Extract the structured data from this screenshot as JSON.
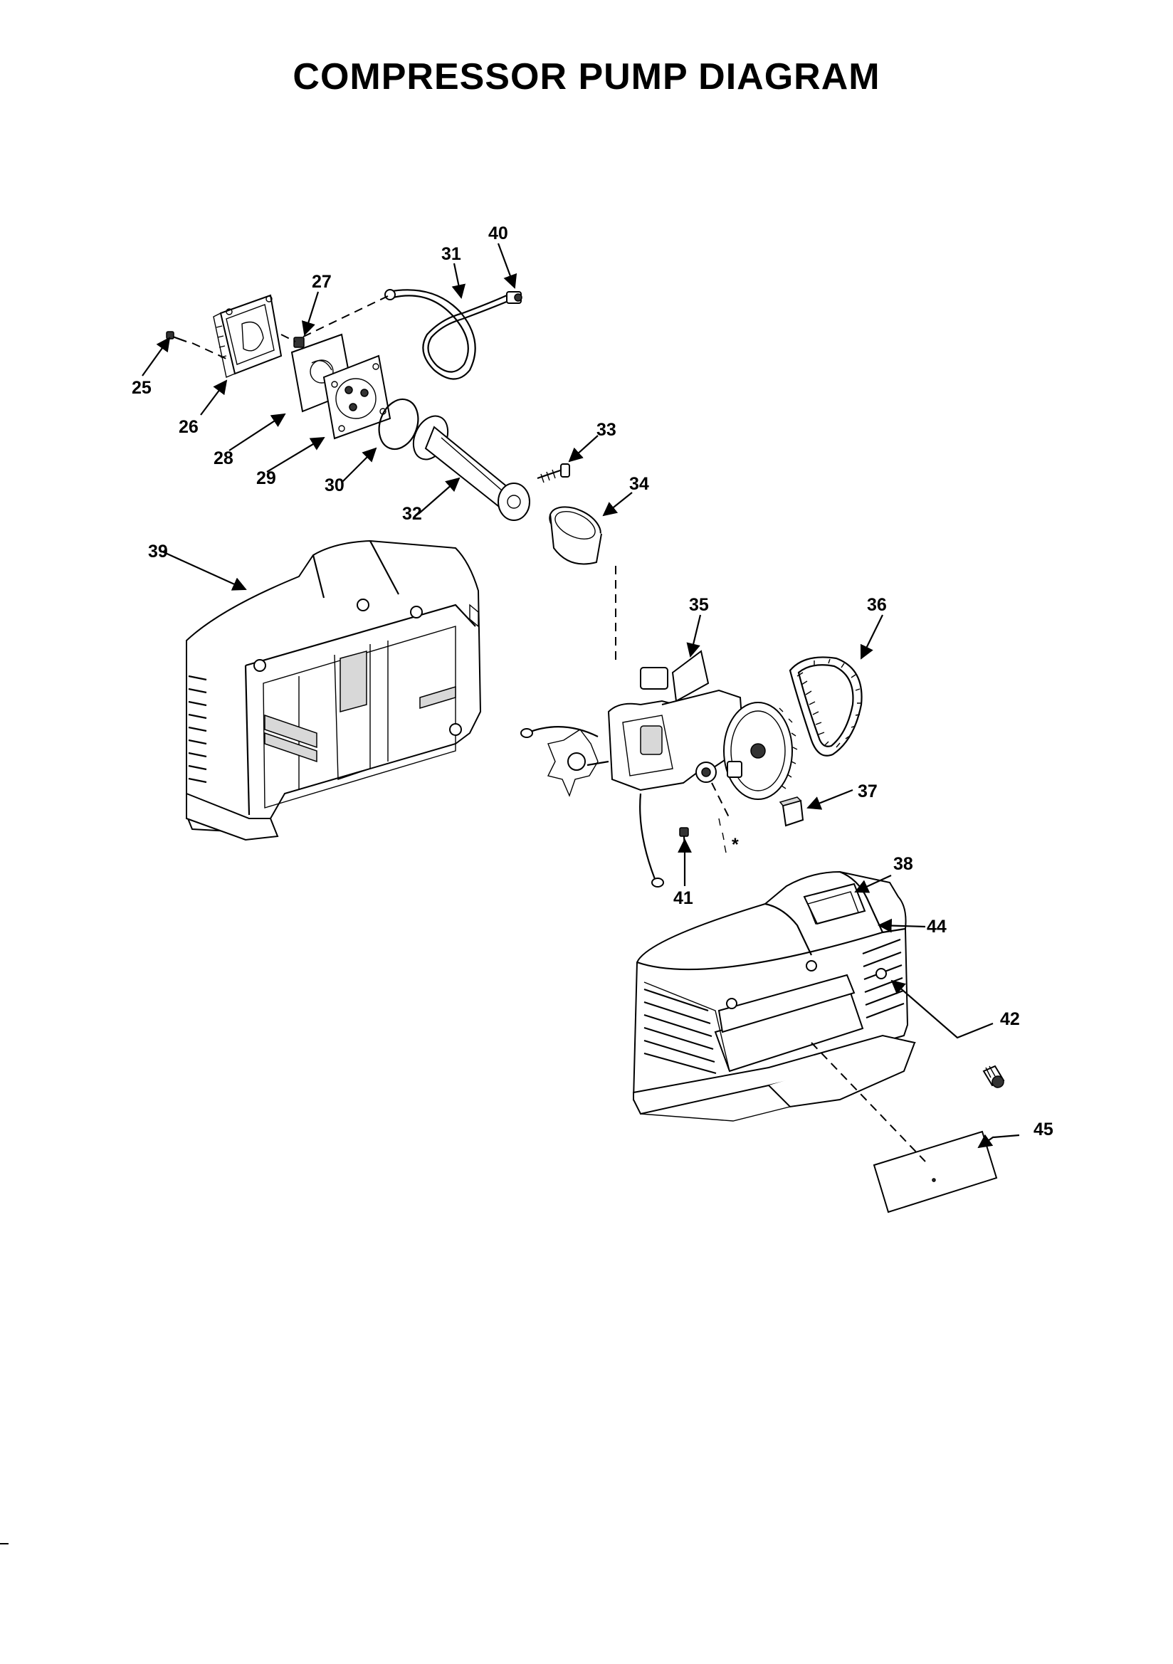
{
  "title": "COMPRESSOR PUMP DIAGRAM",
  "part_labels": {
    "p25": "25",
    "p26": "26",
    "p27": "27",
    "p28": "28",
    "p29": "29",
    "p30": "30",
    "p31": "31",
    "p32": "32",
    "p33": "33",
    "p34": "34",
    "p35": "35",
    "p36": "36",
    "p37": "37",
    "p38": "38",
    "p39": "39",
    "p40": "40",
    "p41": "41",
    "p42": "42",
    "p44": "44",
    "p45": "45"
  },
  "asterisk": "*"
}
